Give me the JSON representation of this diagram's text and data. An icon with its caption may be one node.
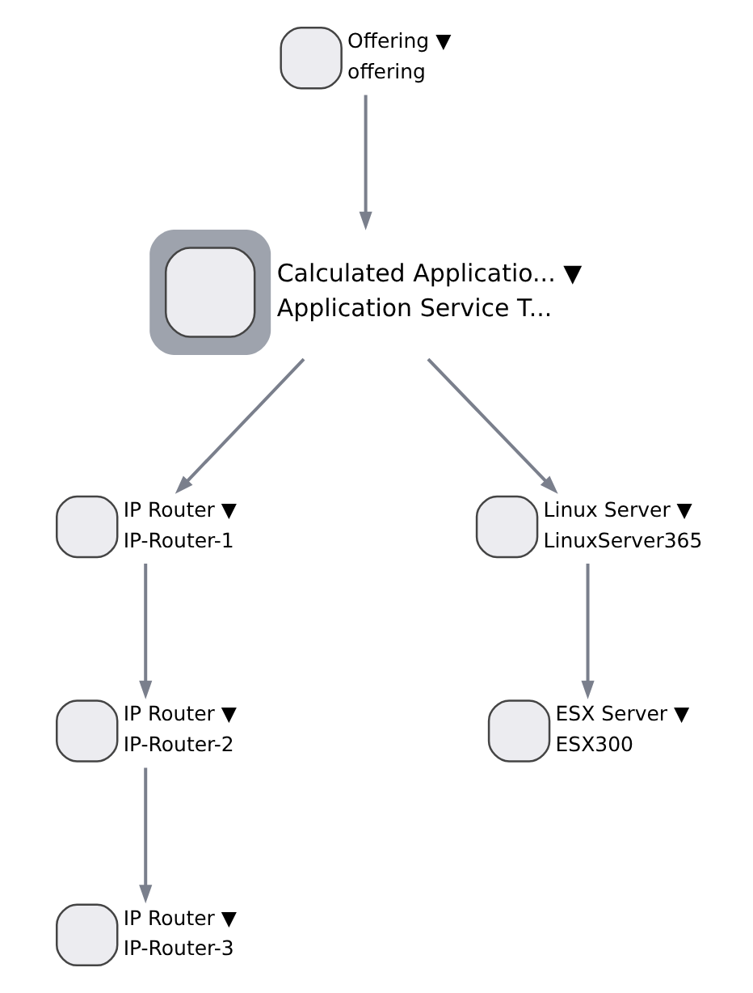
{
  "diagram": {
    "nodes": [
      {
        "text": [
          "Offering ▼",
          "offering"
        ]
      },
      {
        "text": [
          "Calculated Applicatio... ▼",
          "Application Service T..."
        ]
      },
      {
        "text": [
          "IP Router ▼",
          "IP-Router-1"
        ]
      },
      {
        "text": [
          "Linux Server ▼",
          "LinuxServer365"
        ]
      },
      {
        "text": [
          "IP Router ▼",
          "IP-Router-2"
        ]
      },
      {
        "text": [
          "ESX Server ▼",
          "ESX300"
        ]
      },
      {
        "text": [
          "IP Router ▼",
          "IP-Router-3"
        ]
      }
    ],
    "edges": [
      {
        "from": 0,
        "to": 1,
        "arrow": "to"
      },
      {
        "from": 1,
        "to": 2,
        "arrow": "to"
      },
      {
        "from": 1,
        "to": 3,
        "arrow": "to"
      },
      {
        "from": 2,
        "to": 4,
        "arrow": "to"
      },
      {
        "from": 3,
        "to": 5,
        "arrow": "to"
      },
      {
        "from": 4,
        "to": 6,
        "arrow": "to"
      }
    ]
  }
}
